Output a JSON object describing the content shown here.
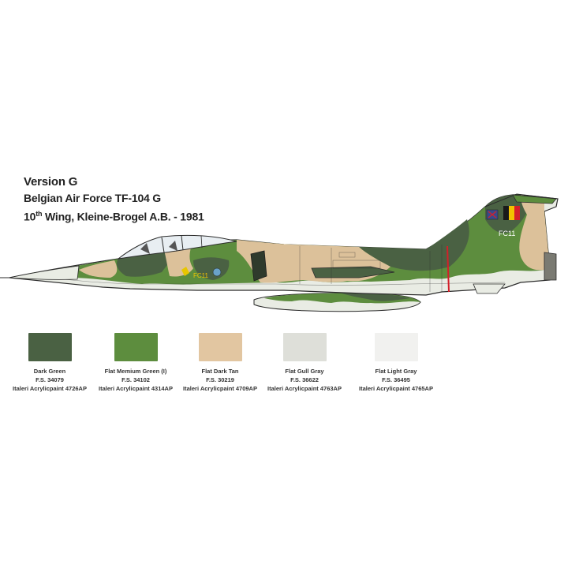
{
  "version": {
    "line1": "Version G",
    "line2": "Belgian Air Force TF-104 G",
    "line3_num": "10",
    "line3_sup": "th",
    "line3_rest": " Wing, Kleine-Brogel A.B. - 1981"
  },
  "markings": {
    "fuselage_code": "FC11",
    "tail_code": "FC11"
  },
  "swatches": [
    {
      "name": "Dark Green",
      "fs": "F.S. 34079",
      "paint": "Italeri Acrylicpaint 4726AP",
      "color": "#4a6143"
    },
    {
      "name": "Flat Memium Green (I)",
      "fs": "F.S. 34102",
      "paint": "Italeri Acrylicpaint 4314AP",
      "color": "#5d8d3e"
    },
    {
      "name": "Flat Dark Tan",
      "fs": "F.S. 30219",
      "paint": "Italeri Acrylicpaint 4709AP",
      "color": "#e2c6a1"
    },
    {
      "name": "Flat Gull Gray",
      "fs": "F.S. 36622",
      "paint": "Italeri Acrylicpaint 4763AP",
      "color": "#dedfd9"
    },
    {
      "name": "Flat Light Gray",
      "fs": "F.S. 36495",
      "paint": "Italeri Acrylicpaint 4765AP",
      "color": "#f1f1ef"
    }
  ],
  "colors": {
    "dark_green": "#4a6143",
    "medium_green": "#5d8d3e",
    "tan": "#dcc19a",
    "undersurface": "#e9ece4",
    "outline": "#2b2b2b",
    "canopy": "#e8eef2",
    "belgian_black": "#1a1a1a",
    "belgian_yellow": "#f2c200",
    "belgian_red": "#d4202a"
  }
}
